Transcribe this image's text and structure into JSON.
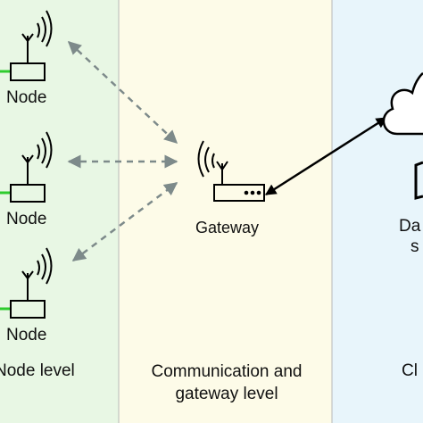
{
  "colors": {
    "node_level_bg": "#e8f7e4",
    "comm_level_bg": "#fdfbe8",
    "cloud_level_bg": "#e8f5fb",
    "divider": "#b8b8b8",
    "dashed_link": "#7d8a8a",
    "solid_link": "#000000",
    "node_accent": "#2ecc2e"
  },
  "nodes": [
    {
      "label": "Node",
      "icon": "antenna-node-icon"
    },
    {
      "label": "Node",
      "icon": "antenna-node-icon"
    },
    {
      "label": "Node",
      "icon": "antenna-node-icon"
    }
  ],
  "gateway": {
    "label": "Gateway",
    "icon": "gateway-router-icon"
  },
  "cloud": {
    "icon": "cloud-icon",
    "label_line1": "Da",
    "label_line2": "s"
  },
  "levels": {
    "node": "Node level",
    "communication_line1": "Communication and",
    "communication_line2": "gateway level",
    "cloud": "Cl"
  }
}
